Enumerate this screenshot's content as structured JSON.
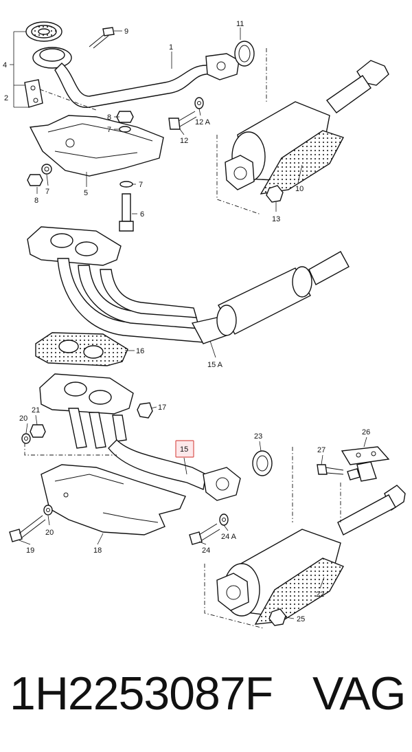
{
  "diagram": {
    "callouts": {
      "c1": "1",
      "c2": "2",
      "c4": "4",
      "c5": "5",
      "c6": "6",
      "c7a": "7",
      "c7b": "7",
      "c7c": "7",
      "c8a": "8",
      "c8b": "8",
      "c9": "9",
      "c10": "10",
      "c11": "11",
      "c12": "12",
      "c12a": "12 A",
      "c13": "13",
      "c15": "15",
      "c15a": "15 A",
      "c16": "16",
      "c17": "17",
      "c18": "18",
      "c19": "19",
      "c20a": "20",
      "c20b": "20",
      "c21": "21",
      "c22": "22",
      "c23": "23",
      "c24": "24",
      "c24a": "24 A",
      "c25": "25",
      "c26": "26",
      "c27": "27"
    },
    "highlight_color": "#d9534f"
  },
  "footer": {
    "part_number": "1H2253087F",
    "brand": "VAG"
  }
}
